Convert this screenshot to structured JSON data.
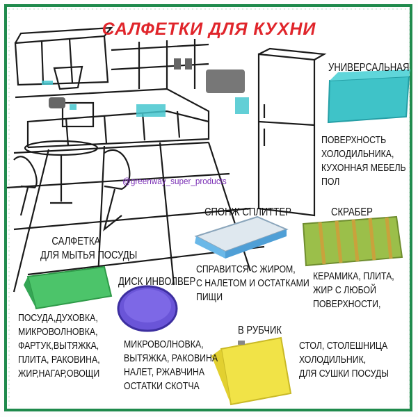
{
  "title": "САЛФЕТКИ ДЛЯ КУХНИ",
  "watermark": "@greenway_super_products",
  "colors": {
    "title": "#e0252b",
    "frame": "#1f8a4c",
    "universal_cloth": "#3fc3c8",
    "sponge_splitter": "#6ab8e8",
    "scraper": "#9bbf4a",
    "dish_cloth": "#4cc46a",
    "disc_involver": "#6a55d8",
    "striped_cloth": "#f1e347"
  },
  "products": [
    {
      "name": "УНИВЕРСАЛЬНАЯ",
      "uses": [
        "ПОВЕРХНОСТЬ",
        "ХОЛОДИЛЬНИКА,",
        "КУХОННАЯ МЕБЕЛЬ",
        "ПОЛ"
      ]
    },
    {
      "name": "СПОНЖ СПЛИТТЕР",
      "uses": [
        "СПРАВИТСЯ С ЖИРОМ,",
        "С НАЛЕТОМ И ОСТАТКАМИ",
        "ПИЩИ"
      ]
    },
    {
      "name": "СКРАБЕР",
      "uses": [
        "КЕРАМИКА, ПЛИТА,",
        "ЖИР С ЛЮБОЙ",
        "ПОВЕРХНОСТИ,"
      ]
    },
    {
      "name": "САЛФЕТКА",
      "name2": "ДЛЯ МЫТЬЯ ПОСУДЫ",
      "uses": [
        "ПОСУДА,ДУХОВКА,",
        "МИКРОВОЛНОВКА,",
        "ФАРТУК,ВЫТЯЖКА,",
        "ПЛИТА, РАКОВИНА,",
        "ЖИР,НАГАР,ОВОЩИ"
      ]
    },
    {
      "name": "ДИСК ИНВОЛВЕР",
      "uses": [
        "МИКРОВОЛНОВКА,",
        "ВЫТЯЖКА, РАКОВИНА",
        "НАЛЕТ, РЖАВЧИНА",
        "ОСТАТКИ СКОТЧА"
      ]
    },
    {
      "name": "В РУБЧИК",
      "uses": [
        "СТОЛ, СТОЛЕШНИЦА",
        "ХОЛОДИЛЬНИК,",
        "ДЛЯ СУШКИ ПОСУДЫ"
      ]
    }
  ]
}
